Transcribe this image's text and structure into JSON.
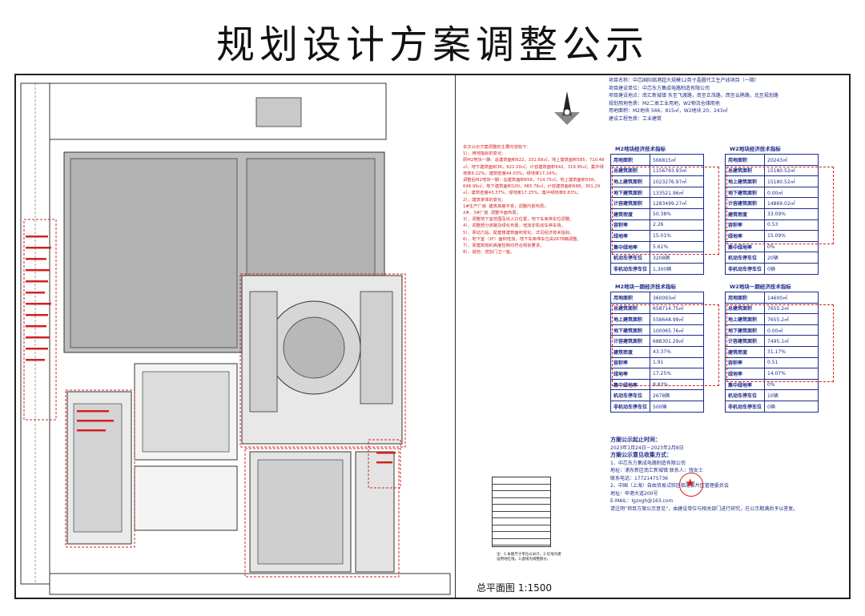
{
  "title": "规划设计方案调整公示",
  "plan": {
    "label": "总平面图   1:1500"
  },
  "project_info": [
    "项目名称：中芯国际临港超大规模12英寸晶圆代工生产线项目（一期）",
    "项目建设单位：中芯东方集成电路制造有限公司",
    "项目建设地点：南汇新城镇  东至飞渡路，南至正茂路，西至云鹃路，北至规划路",
    "规划用地性质：M2二类工业用地，W2物流仓储用地",
    "用地面积：M2地块 566，815㎡，W2地块 20，243㎡",
    "建设工程性质：工业建筑"
  ],
  "tables": {
    "m2_total": {
      "title": "M2地块经济技术指标",
      "rows": [
        [
          "用地面积",
          "566815㎡"
        ],
        [
          "总建筑面积",
          "1156793.93㎡"
        ],
        [
          "地上建筑面积",
          "1023276.97㎡"
        ],
        [
          "地下建筑面积",
          "133521.96㎡"
        ],
        [
          "计容建筑面积",
          "1283499.27㎡"
        ],
        [
          "建筑密度",
          "50.38%"
        ],
        [
          "容积率",
          "2.26"
        ],
        [
          "绿地率",
          "15.01%"
        ],
        [
          "集中绿地率",
          "5.61%"
        ],
        [
          "机动车停车位",
          "3208辆"
        ],
        [
          "非机动车停车位",
          "1,300辆"
        ]
      ]
    },
    "w2_total": {
      "title": "W2地块经济技术指标",
      "rows": [
        [
          "用地面积",
          "20243㎡"
        ],
        [
          "总建筑面积",
          "15180.52㎡"
        ],
        [
          "地上建筑面积",
          "15180.52㎡"
        ],
        [
          "地下建筑面积",
          "0.00㎡"
        ],
        [
          "计容建筑面积",
          "14869.02㎡"
        ],
        [
          "建筑密度",
          "33.09%"
        ],
        [
          "容积率",
          "0.53"
        ],
        [
          "绿地率",
          "15.09%"
        ],
        [
          "集中绿地率",
          "0%"
        ],
        [
          "机动车停车位",
          "20辆"
        ],
        [
          "非机动车停车位",
          "0辆"
        ]
      ]
    },
    "m2_phase1": {
      "title": "M2地块一期经济技术指标",
      "rows": [
        [
          "用地面积",
          "360093㎡"
        ],
        [
          "总建筑面积",
          "658714.75㎡"
        ],
        [
          "地上建筑面积",
          "558648.99㎡"
        ],
        [
          "地下建筑面积",
          "100065.76㎡"
        ],
        [
          "计容建筑面积",
          "688301.29㎡"
        ],
        [
          "建筑密度",
          "43.37%"
        ],
        [
          "容积率",
          "1.91"
        ],
        [
          "绿地率",
          "17.25%"
        ],
        [
          "集中绿地率",
          "8.83%"
        ],
        [
          "机动车停车位",
          "2678辆"
        ],
        [
          "非机动车停车位",
          "500辆"
        ]
      ]
    },
    "w2_phase1": {
      "title": "W2地块一期经济技术指标",
      "rows": [
        [
          "用地面积",
          "14600㎡"
        ],
        [
          "总建筑面积",
          "7655.2㎡"
        ],
        [
          "地上建筑面积",
          "7655.2㎡"
        ],
        [
          "地下建筑面积",
          "0.00㎡"
        ],
        [
          "计容建筑面积",
          "7495.1㎡"
        ],
        [
          "建筑密度",
          "31.17%"
        ],
        [
          "容积率",
          "0.51"
        ],
        [
          "绿地率",
          "14.07%"
        ],
        [
          "集中绿地率",
          "0%"
        ],
        [
          "机动车停车位",
          "10辆"
        ],
        [
          "非机动车停车位",
          "0辆"
        ]
      ]
    }
  },
  "notice": {
    "period_heading": "方案公示起止时间：",
    "period": "2023年1月24日－2023年2月8日",
    "feedback_heading": "方案公示意见收集方式：",
    "items": [
      "1、中芯东方集成电路制造有限公司",
      "地址：浦东新区南汇新城镇  联系人：钱女士",
      "联系电话：17721475736",
      "2、中国（上海）自由贸易试验区临港新片区管理委员会",
      "地址：申港大道200号",
      "E-MAIL：lgzxgh@163.com",
      "请注明“项目方案公示意见”，由建设单位与相关部门进行研究，在公示期满后予以答复。"
    ]
  },
  "changes_notes": "本次公示方案调整的主要内容如下：\n1）、用地指标的变化：\n原M2地块一期：总建筑面积622，331.68㎡，地上建筑面积585，710.48㎡，地下建筑面积36，621.20㎡，计容建筑面积642，318.95㎡，集中绿地率6.22%，建筑密度44.03%，绿地率17.24%；\n调整后M2地块一期：总建筑面积658，714.75㎡，地上建筑面积558，648.99㎡，地下建筑面积100，065.76㎡，计容建筑面积688，301.29㎡，建筑密度43.37%，绿地率17.25%，集中绿地率8.83%；\n2）、建筑单体的变化：\n1#生产厂房  建筑高度不变，调整内部布局；\n2#、3#厂房  调整平面布局；\n3）、调整地下室范围及出入口位置，地下车库停车位调整。\n4）、调整部分道路及绿化布置，增加非机动车停车场。\n5）、原动力站、配套楼建筑面积变化，详见经济技术指标。\n6）、地下室（1F）面积增加，地下车库停车位由2678辆调整。\n7）、原建筑物的高度控制均符合规划要求。\n8）、其他：增加门卫一座。",
  "legend_notes": "注：1.本图尺寸单位以米计。2.红线为建设用地红线。3.虚线为调整部分。"
}
